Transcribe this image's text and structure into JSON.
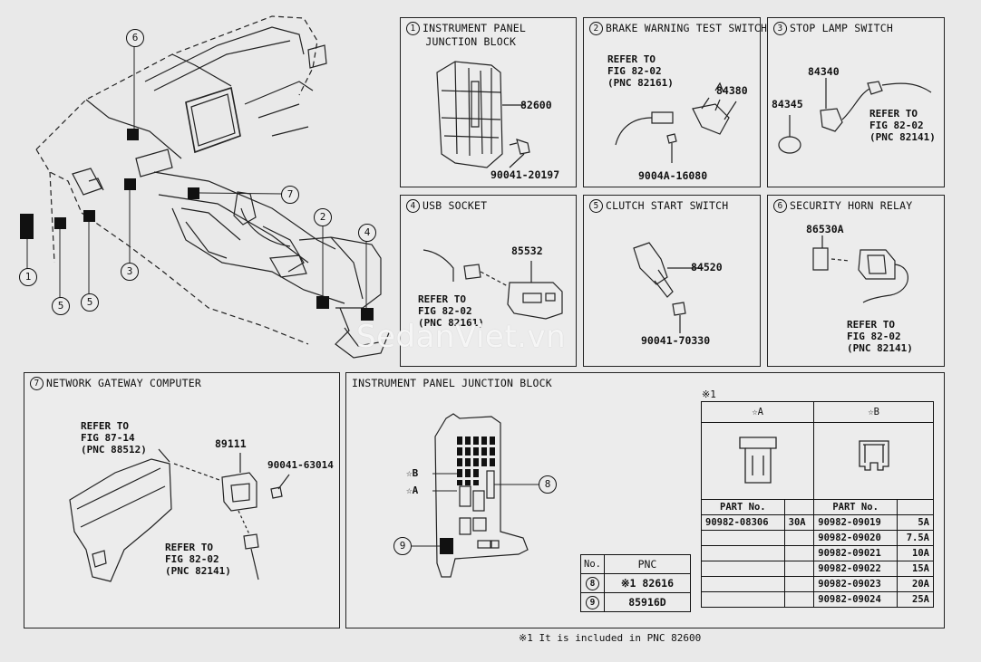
{
  "watermark": "SedanViet.vn",
  "panels": {
    "p1": {
      "num": "1",
      "title": "INSTRUMENT PANEL\n   JUNCTION BLOCK",
      "part_a": "82600",
      "part_b": "90041-20197"
    },
    "p2": {
      "num": "2",
      "title": "BRAKE WARNING TEST SWITCH",
      "refer": "REFER TO\nFIG 82-02\n(PNC 82161)",
      "part_a": "84380",
      "part_b": "9004A-16080"
    },
    "p3": {
      "num": "3",
      "title": "STOP LAMP SWITCH",
      "part_a": "84340",
      "part_b": "84345",
      "refer": "REFER TO\nFIG 82-02\n(PNC 82141)"
    },
    "p4": {
      "num": "4",
      "title": "USB SOCKET",
      "part_a": "85532",
      "refer": "REFER TO\nFIG 82-02\n(PNC 82161)"
    },
    "p5": {
      "num": "5",
      "title": "CLUTCH START SWITCH",
      "part_a": "84520",
      "part_b": "90041-70330"
    },
    "p6": {
      "num": "6",
      "title": "SECURITY HORN RELAY",
      "part_a": "86530A",
      "refer": "REFER TO\nFIG 82-02\n(PNC 82141)"
    },
    "p7": {
      "num": "7",
      "title": "NETWORK GATEWAY COMPUTER",
      "refer_a": "REFER TO\nFIG 87-14\n(PNC 88512)",
      "part_a": "89111",
      "part_b": "90041-63014",
      "refer_b": "REFER TO\nFIG 82-02\n(PNC 82141)"
    },
    "pj": {
      "title": "INSTRUMENT PANEL JUNCTION BLOCK",
      "star_b": "☆B",
      "star_a": "☆A",
      "note_mark": "※1"
    }
  },
  "overview_callouts": [
    "6",
    "7",
    "2",
    "4",
    "1",
    "5",
    "5",
    "3"
  ],
  "pnc_table": {
    "header": [
      "No.",
      "PNC"
    ],
    "rows": [
      {
        "no": "8",
        "pnc": "※1 82616"
      },
      {
        "no": "9",
        "pnc": "85916D"
      }
    ]
  },
  "fuse_table": {
    "col_a": "☆A",
    "col_b": "☆B",
    "part_header": "PART No.",
    "rows": [
      {
        "a_part": "90982-08306",
        "a_amp": "30A",
        "b_part": "90982-09019",
        "b_amp": "5A"
      },
      {
        "a_part": "",
        "a_amp": "",
        "b_part": "90982-09020",
        "b_amp": "7.5A"
      },
      {
        "a_part": "",
        "a_amp": "",
        "b_part": "90982-09021",
        "b_amp": "10A"
      },
      {
        "a_part": "",
        "a_amp": "",
        "b_part": "90982-09022",
        "b_amp": "15A"
      },
      {
        "a_part": "",
        "a_amp": "",
        "b_part": "90982-09023",
        "b_amp": "20A"
      },
      {
        "a_part": "",
        "a_amp": "",
        "b_part": "90982-09024",
        "b_amp": "25A"
      }
    ]
  },
  "footnote": "※1 It is included in PNC 82600"
}
